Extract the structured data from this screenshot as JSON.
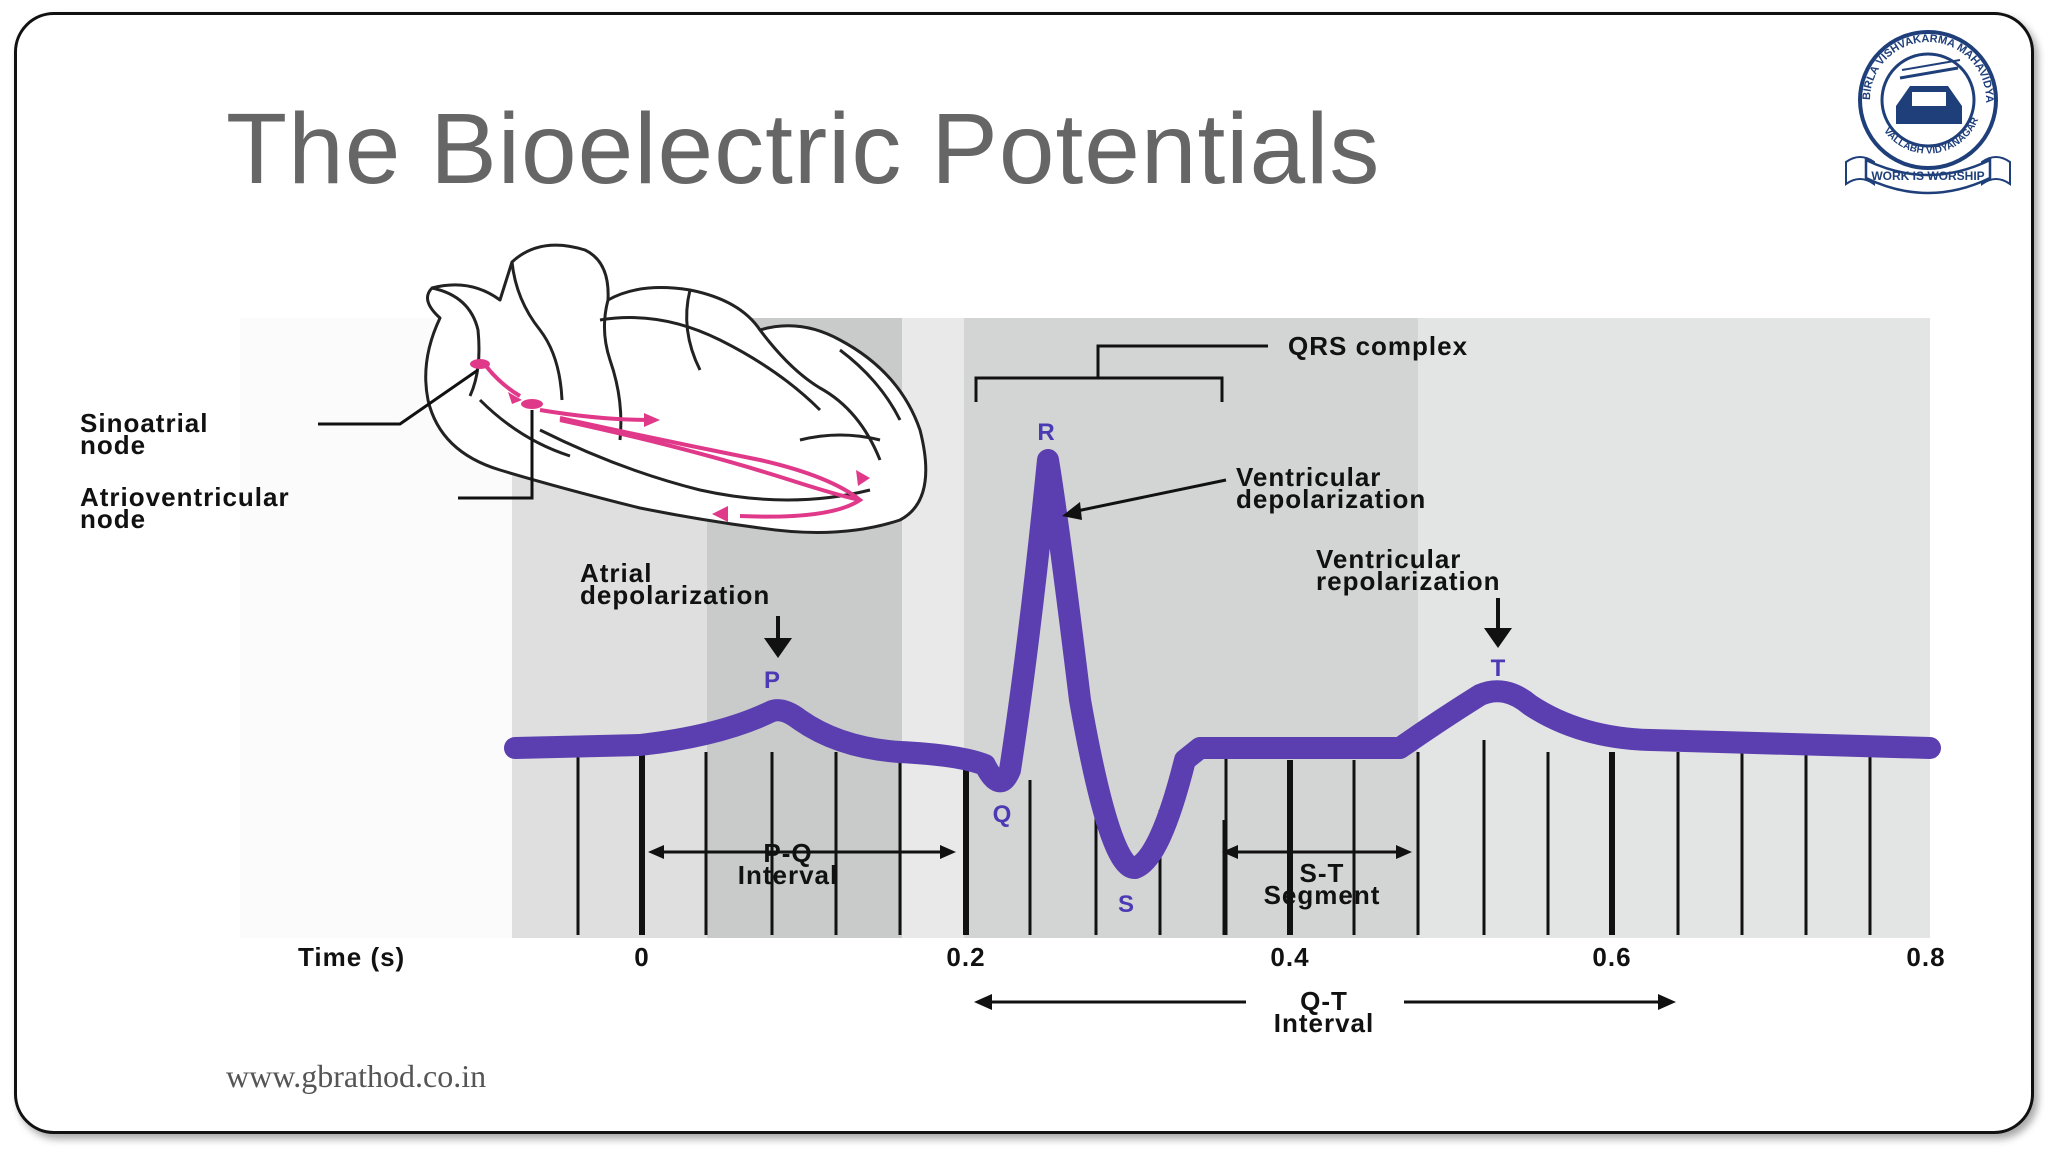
{
  "slide": {
    "title": "The Bioelectric Potentials",
    "footer": "www.gbrathod.co.in"
  },
  "logo": {
    "ring_text": "BIRLA VISHVAKARMA MAHAVIDYALAYA",
    "bottom_text": "VALLABH VIDYANAGAR",
    "motto": "WORK IS WORSHIP"
  },
  "heart": {
    "sa_label": [
      "Sinoatrial",
      "node"
    ],
    "av_label": [
      "Atrioventricular",
      "node"
    ]
  },
  "ecg": {
    "qrs_label": "QRS complex",
    "ventricular_depolarization": [
      "Ventricular",
      "depolarization"
    ],
    "ventricular_repolarization": [
      "Ventricular",
      "repolarization"
    ],
    "atrial_depolarization": [
      "Atrial",
      "depolarization"
    ],
    "wave_letters": {
      "p": "P",
      "q": "Q",
      "r": "R",
      "s": "S",
      "t": "T"
    },
    "pq_interval": [
      "P-Q",
      "Interval"
    ],
    "st_segment": [
      "S-T",
      "Segment"
    ],
    "qt_interval": [
      "Q-T",
      "Interval"
    ],
    "time_axis_label": "Time (s)",
    "time_ticks": [
      "0",
      "0.2",
      "0.4",
      "0.6",
      "0.8"
    ],
    "colors": {
      "wave": "#5b3fb0",
      "conduction": "#e0398a",
      "label": "#4a3bb5"
    }
  }
}
